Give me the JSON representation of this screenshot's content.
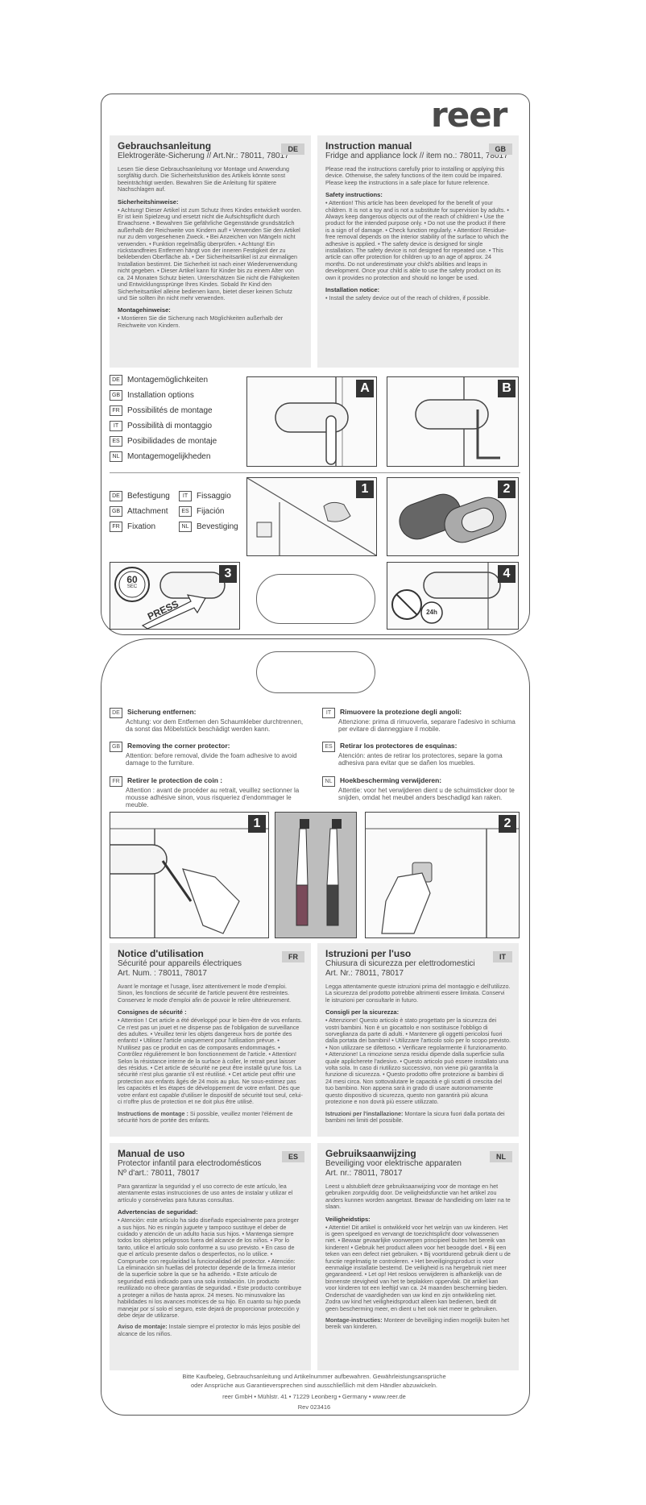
{
  "brand": {
    "logo": "reer"
  },
  "de": {
    "title": "Gebrauchsanleitung",
    "subtitle": "Elektrogeräte-Sicherung // Art.Nr.: 78011, 78017",
    "tag": "DE",
    "intro": "Lesen Sie diese Gebrauchsanleitung vor Montage und Anwendung sorgfältig durch. Die Sicherheitsfunktion des Artikels könnte sonst beeinträchtigt werden. Bewahren Sie die Anleitung für spätere Nachschlagen auf.",
    "safety_head": "Sicherheitshinweise:",
    "safety": "• Achtung! Dieser Artikel ist zum Schutz Ihres Kindes entwickelt worden. Er ist kein Spielzeug und ersetzt nicht die Aufsichtspflicht durch Erwachsene. • Bewahren Sie gefährliche Gegenstände grundsätzlich außerhalb der Reichweite von Kindern auf! • Verwenden Sie den Artikel nur zu dem vorgesehenen Zweck. • Bei Anzeichen von Mängeln nicht verwenden. • Funktion regelmäßig überprüfen. • Achtung! Ein rückstandfreies Entfernen hängt von der inneren Festigkeit der zu beklebenden Oberfläche ab. • Der Sicherheitsartikel ist zur einmaligen Installation bestimmt. Die Sicherheit ist nach einer Wiederverwendung nicht gegeben. • Dieser Artikel kann für Kinder bis zu einem Alter von ca. 24 Monaten Schutz bieten. Unterschätzen Sie nicht die Fähigkeiten und Entwicklungssprünge Ihres Kindes. Sobald Ihr Kind den Sicherheitsartikel alleine bedienen kann, bietet dieser keinen Schutz und Sie sollten ihn nicht mehr verwenden.",
    "mount_head": "Montagehinweise:",
    "mount": "• Montieren Sie die Sicherung nach Möglichkeiten außerhalb der Reichweite von Kindern."
  },
  "gb": {
    "title": "Instruction manual",
    "subtitle": "Fridge and appliance lock // item no.: 78011, 78017",
    "tag": "GB",
    "intro": "Please read the instructions carefully prior to installing or applying this device. Otherwise, the safety functions of the item could be impaired. Please keep the instructions in a safe place for future reference.",
    "safety_head": "Safety instructions:",
    "safety": "• Attention! This article has been developed for the benefit of your children. It is not a toy and is not a substitute for supervision by adults. • Always keep dangerous objects out of the reach of children! • Use the product for the intended purpose only. • Do not use the product if there is a sign of of damage. • Check function regularly. • Attention! Residue-free removal depends on the interior stability of the surface to which the adhesive is applied. • The safety device is designed for single installation. The safety device is not designed for repeated use. • This article can offer protection for children up to an age of approx. 24 months. Do not underestimate your child's abilities and leaps in development. Once your child is able to use the safety product on its own it provides no protection and should no longer be used.",
    "install_head": "Installation notice:",
    "install": "• Install the safety device out of the reach of children, if possible."
  },
  "montage": [
    {
      "code": "DE",
      "label": "Montagemöglichkeiten"
    },
    {
      "code": "GB",
      "label": "Installation options"
    },
    {
      "code": "FR",
      "label": "Possibilités de montage"
    },
    {
      "code": "IT",
      "label": "Possibilità di montaggio"
    },
    {
      "code": "ES",
      "label": "Posibilidades de montaje"
    },
    {
      "code": "NL",
      "label": "Montagemogelijkheden"
    }
  ],
  "fix": [
    {
      "code": "DE",
      "label": "Befestigung"
    },
    {
      "code": "IT",
      "label": "Fissaggio"
    },
    {
      "code": "GB",
      "label": "Attachment"
    },
    {
      "code": "ES",
      "label": "Fijación"
    },
    {
      "code": "FR",
      "label": "Fixation"
    },
    {
      "code": "NL",
      "label": "Bevestiging"
    }
  ],
  "figures": {
    "a": "A",
    "b": "B",
    "s1": "1",
    "s2": "2",
    "s3": "3",
    "s4": "4",
    "timer": "60",
    "timer_unit": "SEC",
    "press": "PRESS",
    "hours": "24h",
    "r1": "1",
    "r2": "2"
  },
  "remove": [
    {
      "code": "DE",
      "title": "Sicherung entfernen:",
      "text": "Achtung: vor dem Entfernen den Schaumkleber durchtrennen, da sonst das Möbelstück beschädigt werden kann."
    },
    {
      "code": "IT",
      "title": "Rimuovere la protezione degli angoli:",
      "text": "Attenzione: prima di rimuoverla, separare l'adesivo in schiuma per evitare di danneggiare il mobile."
    },
    {
      "code": "GB",
      "title": "Removing the corner protector:",
      "text": "Attention: before removal, divide the foam adhesive to avoid damage to the furniture."
    },
    {
      "code": "ES",
      "title": "Retirar los protectores de esquinas:",
      "text": "Atención: antes de retirar los protectores, separe la goma adhesiva para evitar que se dañen los muebles."
    },
    {
      "code": "FR",
      "title": "Retirer le protection de coin :",
      "text": "Attention : avant de procéder au retrait, veuillez sectionner la mousse adhésive sinon, vous risqueriez d'endommager le meuble."
    },
    {
      "code": "NL",
      "title": "Hoekbescherming verwijderen:",
      "text": "Attentie: voor het verwijderen dient u de schuimsticker door te snijden, omdat het meubel anders beschadigd kan raken."
    }
  ],
  "fr": {
    "title": "Notice d'utilisation",
    "subtitle": "Sécurité pour appareils électriques",
    "artno": "Art. Num. : 78011, 78017",
    "tag": "FR",
    "intro": "Avant le montage et l'usage, lisez attentivement le mode d'emploi. Sinon, les fonctions de sécurité de l'article peuvent être restreintes. Conservez le mode d'emploi afin de pouvoir le relire ultérieurement.",
    "safety_head": "Consignes de sécurité :",
    "safety": "• Attention ! Cet article a été développé pour le bien-être de vos enfants. Ce n'est pas un jouet et ne dispense pas de l'obligation de surveillance des adultes. • Veuillez tenir les objets dangereux hors de portée des enfants! • Utilisez l'article uniquement pour l'utilisation prévue. • N'utilisez pas ce produit en cas de composants endommagés. • Contrôlez régulièrement le bon fonctionnement de l'article. • Attention! Selon la résistance interne de la surface à coller, le retrait peut laisser des résidus. • Cet article de sécurité ne peut être installé qu'une fois. La sécurité n'est plus garantie s'il est réutilisé. • Cet article peut offrir une protection aux enfants âgés de 24 mois au plus. Ne sous-estimez pas les capacités et les étapes de développement de votre enfant. Dès que votre enfant est capable d'utiliser le dispositif de sécurité tout seul, celui-ci n'offre plus de protection et ne doit plus être utilisé.",
    "mount_head": "Instructions de montage :",
    "mount": "Si possible, veuillez monter l'élément de sécurité hors de portée des enfants."
  },
  "it": {
    "title": "Istruzioni per l'uso",
    "subtitle": "Chiusura di sicurezza per elettrodomestici",
    "artno": "Art. Nr.: 78011, 78017",
    "tag": "IT",
    "intro": "Legga attentamente queste istruzioni prima del montaggio e dell'utilizzo. La sicurezza del prodotto potrebbe altrimenti essere limitata. Conservi le istruzioni per consultarle in futuro.",
    "safety_head": "Consigli per la sicurezza:",
    "safety": "• Attenzione! Questo articolo è stato progettato per la sicurezza dei vostri bambini. Non è un giocattolo e non sostituisce l'obbligo di sorveglianza da parte di adulti. • Mantenere gli oggetti pericolosi fuori dalla portata dei bambini! • Utilizzare l'articolo solo per lo scopo previsto. • Non utilizzare se difettoso. • Verificare regolarmente il funzionamento. • Attenzione! La rimozione senza residui dipende dalla superficie sulla quale applicherete l'adesivo. • Questo articolo può essere installato una volta sola. In caso di riutilizzo successivo, non viene più garantita la funzione di sicurezza. • Questo prodotto offre protezione ai bambini di 24 mesi circa. Non sottovalutare le capacità e gli scatti di crescita del tuo bambino. Non appena sarà in grado di usare autonomamente questo dispositivo di sicurezza, questo non garantirà più alcuna protezione e non dovrà più essere utilizzato.",
    "mount_head": "Istruzioni per l'installazione:",
    "mount": "Montare la sicura fuori dalla portata dei bambini nei limiti del possibile."
  },
  "es": {
    "title": "Manual de uso",
    "subtitle": "Protector infantil para electrodomésticos",
    "artno": "Nº d'art.: 78011, 78017",
    "tag": "ES",
    "intro": "Para garantizar la seguridad y el uso correcto de este artículo, lea atentamente estas instrucciones de uso antes de instalar y utilizar el artículo y consérvelas para futuras consultas.",
    "safety_head": "Advertencias de seguridad:",
    "safety": "• Atención: este artículo ha sido diseñado especialmente para proteger a sus hijos. No es ningún juguete y tampoco sustituye el deber de cuidado y atención de un adulto hacia sus hijos. • Mantenga siempre todos los objetos peligrosos fuera del alcance de los niños. • Por lo tanto, utilice el artículo solo conforme a su uso previsto. • En caso de que el artículo presente daños o desperfectos, no lo utilice. • Compruebe con regularidad la funcionalidad del protector. • Atención: La eliminación sin huellas del protector depende de la firmeza interior de la superficie sobre la que se ha adherido. • Este artículo de seguridad está indicado para una sola instalación. Un producto reutilizado no ofrece garantías de seguridad. • Este producto contribuye a proteger a niños de hasta aprox. 24 meses. No minusvalore las habilidades ni los avances motrices de su hijo. En cuanto su hijo pueda manejar por sí solo el seguro, este dejará de proporcionar protección y debe dejar de utilizarse.",
    "mount_head": "Aviso de montaje:",
    "mount": "Instale siempre el protector lo más lejos posible del alcance de los niños."
  },
  "nl": {
    "title": "Gebruiksaanwijzing",
    "subtitle": "Beveiliging voor elektrische apparaten",
    "artno": "Art. nr.: 78011, 78017",
    "tag": "NL",
    "intro": "Leest u alstublieft deze gebruiksaanwijzing voor de montage en het gebruiken zorgvuldig door. De veiligheidsfunctie van het artikel zou anders kunnen worden aangetast. Bewaar de handleiding om later na te slaan.",
    "safety_head": "Veiligheidstips:",
    "safety": "• Attentie! Dit artikel is ontwikkeld voor het welzijn van uw kinderen. Het is geen speelgoed en vervangt de toezichtsplicht door volwassenen niet. • Bewaar gevaarlijke voorwerpen principieel buiten het bereik van kinderen! • Gebruik het product alleen voor het beoogde doel. • Bij een teken van een defect niet gebruiken. • Bij voortdurend gebruik dient u de functie regelmatig te controleren. • Het beveiligingsproduct is voor eenmalige installatie bestemd. De veiligheid is na hergebruik niet meer gegarandeerd. • Let op! Het resloos verwijderen is afhankelijk van de binnenste stevigheid van het te beplakken oppervlak. Dit artikel kan voor kinderen tot een leeftijd van ca. 24 maanden bescherming bieden. Onderschat de vaardigheden van uw kind en zijn ontwikkeling niet. Zodra uw kind het veiligheidsproduct alleen kan bedienen, biedt dit geen bescherming meer, en dient u het ook niet meer te gebruiken.",
    "mount_head": "Montage-instructies:",
    "mount": "Monteer de beveiliging indien mogelijk buiten het bereik van kinderen."
  },
  "footer": {
    "line1": "Bitte Kaufbeleg, Gebrauchsanleitung und Artikelnummer aufbewahren. Gewährleistungsansprüche",
    "line2": "oder Ansprüche aus Garantieversprechen sind ausschließlich mit dem Händler abzuwickeln.",
    "address": "reer GmbH • Mühlstr. 41 • 71229 Leonberg • Germany • www.reer.de",
    "rev": "Rev 023416"
  }
}
